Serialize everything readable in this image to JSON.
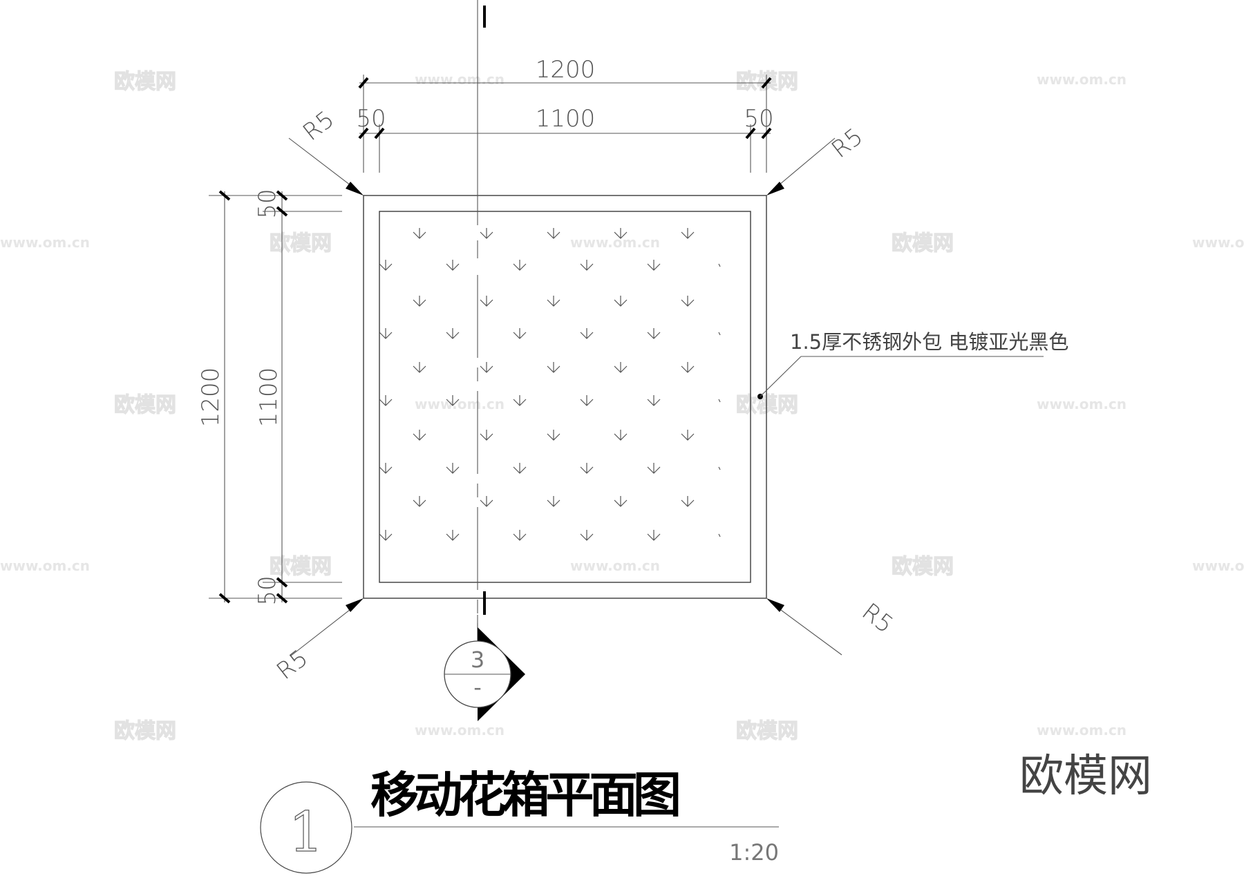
{
  "drawing": {
    "title": "移动花箱平面图",
    "number": "1",
    "scale": "1:20",
    "material_note": "1.5厚不锈钢外包  电镀亚光黑色",
    "brand_watermark": "欧模网",
    "watermark_text": "欧模网",
    "watermark_url": "www.om.cn"
  },
  "dimensions": {
    "top_overall": "1200",
    "top_inner": "1100",
    "top_left_edge": "50",
    "top_right_edge": "50",
    "left_overall": "1200",
    "left_inner": "1100",
    "left_top_edge": "50",
    "left_bottom_edge": "50"
  },
  "radius_labels": {
    "top_left": "R5",
    "top_right": "R5",
    "bottom_left": "R5",
    "bottom_right": "R5"
  },
  "section_marker": {
    "number": "3",
    "sheet": "-"
  },
  "cut_marks": {
    "top": "I",
    "bottom": "I"
  },
  "colors": {
    "line": "#3a3a3a",
    "background": "#ffffff",
    "watermark": "#e2e2e2"
  }
}
